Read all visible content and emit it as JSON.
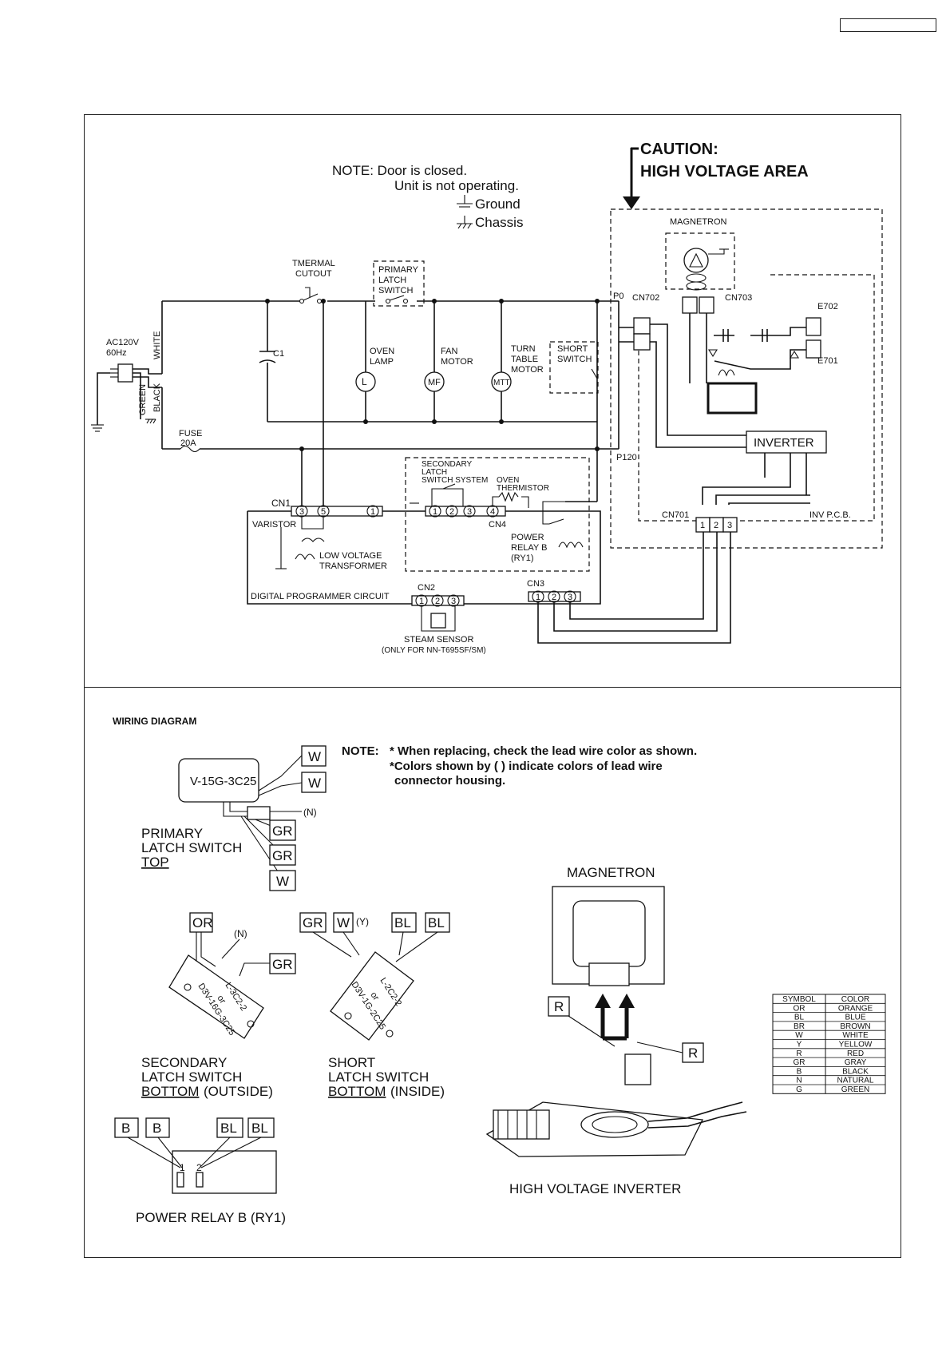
{
  "schematic": {
    "note": {
      "line1": "NOTE:  Door is closed.",
      "line2": "Unit is not operating.",
      "ground": "Ground",
      "chassis": "Chassis"
    },
    "caution": {
      "line1": "CAUTION:",
      "line2": "HIGH VOLTAGE AREA"
    },
    "labels": {
      "thermal_cutout": [
        "TMERMAL",
        "CUTOUT"
      ],
      "primary_latch": [
        "PRIMARY",
        "LATCH",
        "SWITCH"
      ],
      "ac_source": [
        "AC120V",
        "60Hz"
      ],
      "white": "WHITE",
      "green": "GREEN",
      "black": "BLACK",
      "c1": "C1",
      "oven_lamp": [
        "OVEN",
        "LAMP"
      ],
      "lamp_symbol": "L",
      "fan_motor": [
        "FAN",
        "MOTOR"
      ],
      "fan_symbol": "MF",
      "turntable_motor": [
        "TURN",
        "TABLE",
        "MOTOR"
      ],
      "turntable_symbol": "MTT",
      "short_switch": [
        "SHORT",
        "SWITCH"
      ],
      "fuse": [
        "FUSE",
        "20A"
      ],
      "p0": "P0",
      "p120": "P120",
      "magnetron": "MAGNETRON",
      "cn702": "CN702",
      "cn703": "CN703",
      "e702": "E702",
      "e701": "E701",
      "inverter": "INVERTER",
      "cn701": "CN701",
      "inv_pcb": "INV P.C.B.",
      "cn701_pins": [
        "1",
        "2",
        "3"
      ],
      "secondary_latch": [
        "SECONDARY",
        "LATCH",
        "SWITCH SYSTEM"
      ],
      "oven_thermistor": [
        "OVEN",
        "THERMISTOR"
      ],
      "cn1": "CN1",
      "cn1_pins": [
        "3",
        "5",
        "1"
      ],
      "varistor": "VARISTOR",
      "low_voltage_transformer": [
        "LOW VOLTAGE",
        "TRANSFORMER"
      ],
      "cn4": "CN4",
      "cn4_pins": [
        "1",
        "2",
        "3",
        "4"
      ],
      "power_relay": [
        "POWER",
        "RELAY B",
        "(RY1)"
      ],
      "digital_programmer": "DIGITAL PROGRAMMER CIRCUIT",
      "cn2": "CN2",
      "cn2_pins": [
        "1",
        "2",
        "3"
      ],
      "cn3": "CN3",
      "cn3_pins": [
        "1",
        "2",
        "3"
      ],
      "steam_sensor": [
        "STEAM SENSOR",
        "(ONLY FOR NN-T695SF/SM)"
      ]
    }
  },
  "wiring": {
    "title": "WIRING DIAGRAM",
    "note": {
      "prefix": "NOTE:",
      "line1": "* When replacing, check the lead wire color as shown.",
      "line2": "*Colors shown by ( ) indicate colors of lead wire",
      "line3": "connector housing."
    },
    "primary_switch": {
      "model": "V-15G-3C25",
      "wires_top": [
        "W",
        "W"
      ],
      "housing": "(N)",
      "wires_bottom": [
        "GR",
        "GR",
        "W"
      ],
      "label": [
        "PRIMARY",
        "LATCH SWITCH",
        "TOP"
      ]
    },
    "secondary_switch": {
      "wire_top": "OR",
      "housing": "(N)",
      "wire_side": "GR",
      "model_lines": [
        "L-3C2-2",
        "or",
        "D3V-16G-3C25"
      ],
      "label": [
        "SECONDARY",
        "LATCH SWITCH",
        "BOTTOM",
        " (OUTSIDE)"
      ]
    },
    "short_switch": {
      "wires": [
        "GR",
        "W",
        "BL",
        "BL"
      ],
      "housing": "(Y)",
      "model_lines": [
        "L-2C2-2",
        "or",
        "D3V-1G-2C25"
      ],
      "label": [
        "SHORT",
        "LATCH SWITCH",
        "BOTTOM",
        " (INSIDE)"
      ]
    },
    "power_relay": {
      "wires": [
        "B",
        "B",
        "BL",
        "BL"
      ],
      "pins": [
        "1",
        "2"
      ],
      "label": "POWER RELAY B (RY1)"
    },
    "magnetron": {
      "title": "MAGNETRON",
      "wires": [
        "R",
        "R"
      ]
    },
    "inverter_label": "HIGH VOLTAGE INVERTER",
    "color_table": {
      "headers": [
        "SYMBOL",
        "COLOR"
      ],
      "rows": [
        [
          "OR",
          "ORANGE"
        ],
        [
          "BL",
          "BLUE"
        ],
        [
          "BR",
          "BROWN"
        ],
        [
          "W",
          "WHITE"
        ],
        [
          "Y",
          "YELLOW"
        ],
        [
          "R",
          "RED"
        ],
        [
          "GR",
          "GRAY"
        ],
        [
          "B",
          "BLACK"
        ],
        [
          "N",
          "NATURAL"
        ],
        [
          "G",
          "GREEN"
        ]
      ]
    }
  }
}
